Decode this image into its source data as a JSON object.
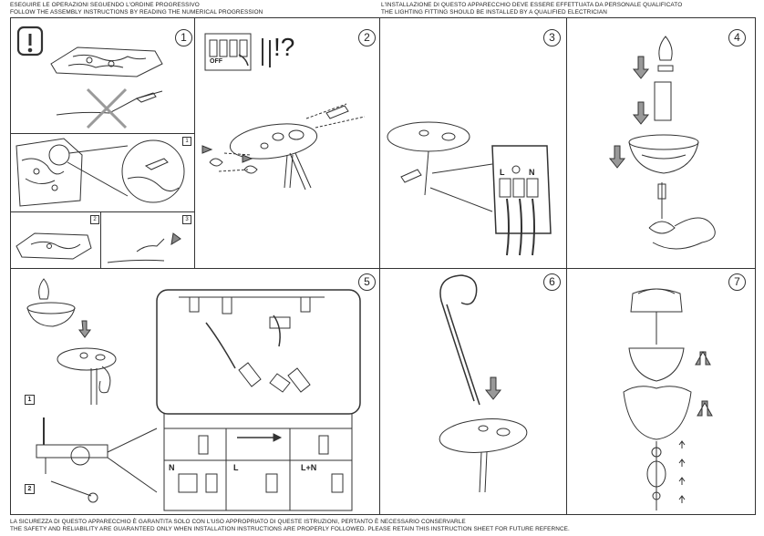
{
  "header": {
    "left_line1": "ESEGUIRE LE OPERAZIONI SEGUENDO L'ORDINE PROGRESSIVO",
    "left_line2": "FOLLOW THE ASSEMBLY INSTRUCTIONS BY READING THE NUMERICAL PROGRESSION",
    "right_line1": "L'INSTALLAZIONE DI QUESTO APPARECCHIO DEVE ESSERE EFFETTUATA DA PERSONALE QUALIFICATO",
    "right_line2": "THE LIGHTING FITTING SHOULD BE INSTALLED BY A QUALIFIED ELECTRICIAN"
  },
  "footer": {
    "line1": "LA SICUREZZA DI QUESTO APPARECCHIO È GARANTITA SOLO CON L'USO APPROPRIATO DI QUESTE ISTRUZIONI, PERTANTO È NECESSARIO CONSERVARLE",
    "line2": "THE SAFETY AND RELIABILITY ARE GUARANTEED ONLY WHEN INSTALLATION INSTRUCTIONS ARE PROPERLY FOLLOWED. PLEASE RETAIN THIS INSTRUCTION SHEET FOR FUTURE REFERNCE."
  },
  "steps": [
    "1",
    "2",
    "3",
    "4",
    "5",
    "6",
    "7"
  ],
  "step1": {
    "sub": [
      "1",
      "2",
      "3"
    ]
  },
  "step2": {
    "switch_label": "OFF",
    "tools_label": "!?"
  },
  "step3": {
    "terminal_labels": [
      "L",
      "N"
    ]
  },
  "step5": {
    "sub": [
      "1",
      "2"
    ],
    "wire_labels": [
      "N",
      "L",
      "L+N"
    ]
  }
}
